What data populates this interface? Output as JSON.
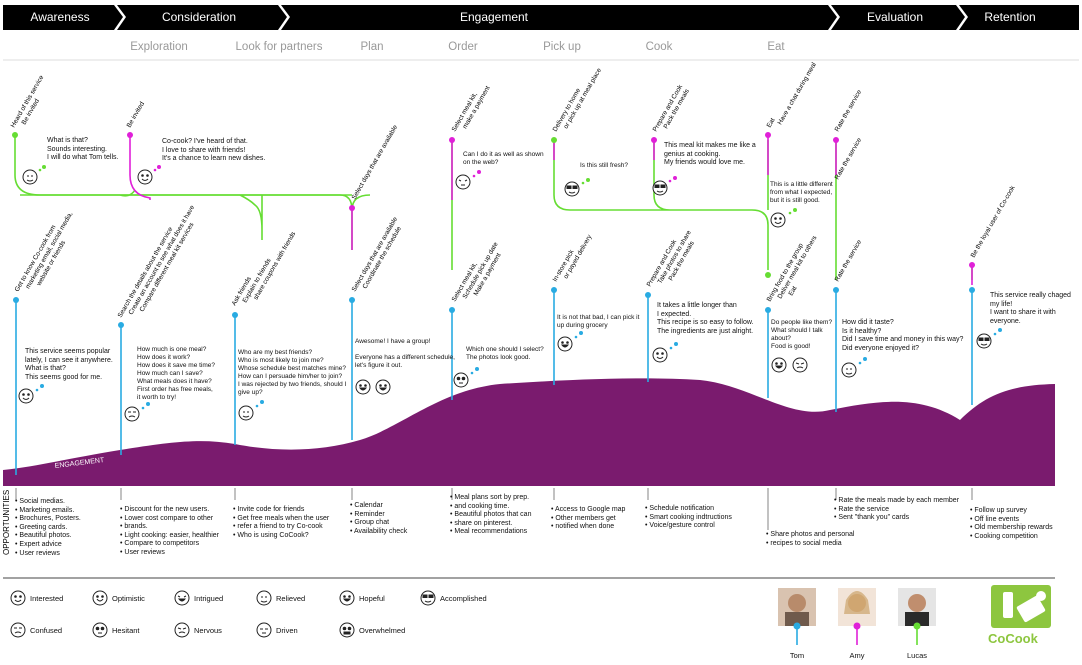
{
  "phases": [
    {
      "label": "Awareness"
    },
    {
      "label": "Consideration"
    },
    {
      "label": "Engagement"
    },
    {
      "label": "Evaluation"
    },
    {
      "label": "Retention"
    }
  ],
  "steps": [
    {
      "label": "Exploration"
    },
    {
      "label": "Look for partners"
    },
    {
      "label": "Plan"
    },
    {
      "label": "Order"
    },
    {
      "label": "Pick up"
    },
    {
      "label": "Cook"
    },
    {
      "label": "Eat"
    }
  ],
  "actions": {
    "amy1": "Heard of this service\nBe invited",
    "amy2": "Be invited",
    "tom1": "Get to know Co-cook from\nmarketing email, social media,\nwebsite or friends",
    "tom2": "Search the details about the service\nCreate an account to see what does it have\nCompare different meal kit services",
    "tom3": "Ask friends\nExplain to friends\nshare coupons with friends",
    "plan_top": "Select days that are available",
    "plan_bot": "Select days that are available\nCoordinate the schedule",
    "order_top": "Select meal kit,\nmake a payment",
    "order_bot": "Select meal kit,\nSchedule pick up date\nMake a payment",
    "pick_top": "Delivery to home\nor pick up at meal place",
    "pick_bot": "In-store pick\nor payed delivery",
    "cook_top": "Prepare and Cook\nPack the meals",
    "cook_bot": "Prepare and Cook\nTake photos to share\nPack the meals",
    "eat_top": "Eat\nHave a chat during meal",
    "eat_bot": "Bring food to the group\nDeliver meal kit to others\nEat",
    "rate_top1": "Rate the service",
    "rate_top2": "Rate the service",
    "rate_bot": "Rate the service",
    "loyal": "Be the loyal user of Co-cook"
  },
  "thoughts": {
    "t1": "What is that?\nSounds interesting.\nI will do what Tom tells.",
    "t2": "Co-cook? I've heard of that.\nI love to share with friends!\nIt's a chance to learn new dishes.",
    "t3": "Can I do it as well as shown\non the web?",
    "t4": "Is this still fresh?",
    "t5": "This meal kit makes me like a\ngenius at cooking.\nMy friends would love me.",
    "t6": "This is a little different\nfrom what I expected,\nbut it is still good.",
    "t7": "This service seems popular\nlately, I can see it anywhere.\nWhat is that?\nThis seems good for me.",
    "t8": "How much is one meal?\nHow does it work?\nHow does it save me time?\nHow much can I save?\nWhat meals does it have?\nFirst order has free meals,\nit worth to try!",
    "t9": "Who are my best friends?\nWho is most likely to join me?\nWhose schedule best matches mine?\nHow can I persuade him/her to join?\nI was rejected by two friends, should I\ngive up?",
    "t10": "Awesome! I have a group!\n\nEveryone has a different schedule,\nlet's figure it out.",
    "t11": "Which one should I select?\nThe photos look good.",
    "t12": "It is not that bad, I can pick it\nup during grocery",
    "t13": "It takes a little longer than\nI expected.\nThis recipe is so easy to follow.\nThe ingredients are just alright.",
    "t14": "Do people like them?\nWhat should I talk\nabout?\nFood is good!",
    "t15": "How did it taste?\nIs it healthy?\nDid I save time and money in this way?\nDid everyone enjoyed it?",
    "t16": "This service really chaged\nmy life!\nI want to share it with\neveryone."
  },
  "curve_label": "ENGAGEMENT",
  "opportunities_label": "OPPORTUNITIES",
  "opportunities": [
    [
      "Social medias.",
      "Marketing emails.",
      "Brochures, Posters.",
      "Greeting cards.",
      "Beautiful photos.",
      "Expert advice",
      "User reviews"
    ],
    [
      "Discount for the new users.",
      "Lower cost compare to other",
      "  brands.",
      "Light cooking: easier, healthier",
      "Compare to competitors",
      "User reviews"
    ],
    [
      "Invite code for friends",
      "Get free meals when the user",
      "  refer a friend to try Co-cook",
      "Who is using CoCook?"
    ],
    [
      "Calendar",
      "Reminder",
      "Group chat",
      "Availability check"
    ],
    [
      "Meal plans sort by prep.",
      "  and cooking time.",
      "Beautiful photos that can",
      "  share on pinterest.",
      "Meal recommendations"
    ],
    [
      "Access to Google map",
      "Other members get",
      "  notified when done"
    ],
    [
      "Schedule notification",
      "Smart cooking indtructions",
      "Voice/gesture control"
    ],
    [
      "Share photos and personal",
      "  recipes to social media"
    ],
    [
      "Rate the meals made by each member",
      "Rate the service",
      "Sent \"thank you\" cards"
    ],
    [
      "Follow up survey",
      "Off line events",
      "Old membership rewards",
      "Cooking competition"
    ]
  ],
  "legend": [
    {
      "label": "Interested",
      "icon": "interested-face-icon"
    },
    {
      "label": "Optimistic",
      "icon": "optimistic-face-icon"
    },
    {
      "label": "Intrigued",
      "icon": "intrigued-face-icon"
    },
    {
      "label": "Relieved",
      "icon": "relieved-face-icon"
    },
    {
      "label": "Hopeful",
      "icon": "hopeful-face-icon"
    },
    {
      "label": "Accomplished",
      "icon": "accomplished-face-icon"
    },
    {
      "label": "Confused",
      "icon": "confused-face-icon"
    },
    {
      "label": "Hesitant",
      "icon": "hesitant-face-icon"
    },
    {
      "label": "Nervous",
      "icon": "nervous-face-icon"
    },
    {
      "label": "Driven",
      "icon": "driven-face-icon"
    },
    {
      "label": "Overwhelmed",
      "icon": "overwhelmed-face-icon"
    }
  ],
  "personas": [
    {
      "name": "Tom",
      "color": "#29abe2"
    },
    {
      "name": "Amy",
      "color": "#e020d8"
    },
    {
      "name": "Lucas",
      "color": "#66dd33"
    }
  ],
  "brand": {
    "name": "CoCook",
    "color": "#8dc63f"
  },
  "colors": {
    "curve": "#7a1b6e",
    "phase_bar": "#000000",
    "tom": "#29abe2",
    "amy": "#e020d8",
    "lucas": "#66dd33"
  }
}
